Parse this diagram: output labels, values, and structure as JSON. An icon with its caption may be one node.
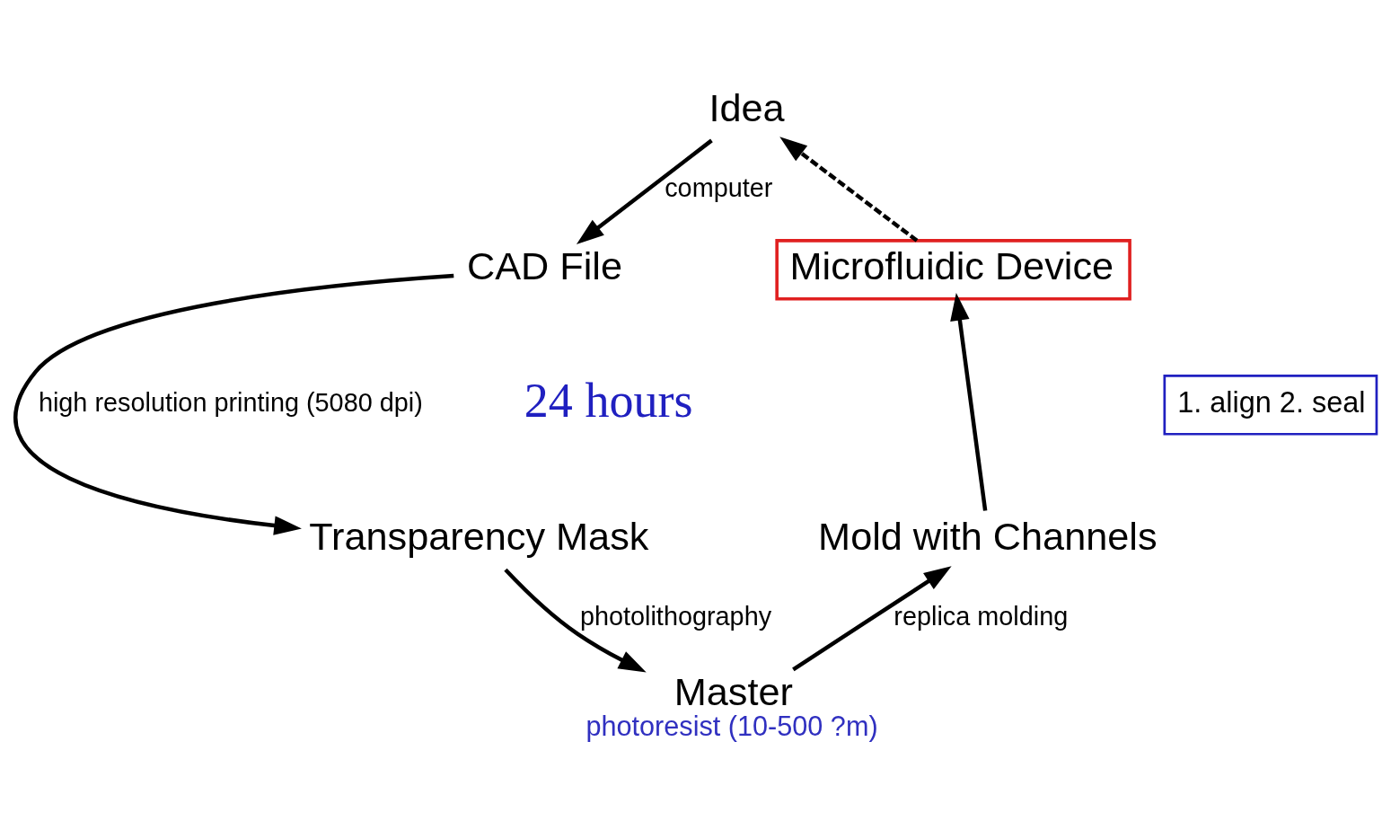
{
  "diagram": {
    "nodes": [
      {
        "text": [
          "Idea"
        ]
      },
      {
        "text": [
          "CAD File"
        ]
      },
      {
        "text": [
          "Transparency Mask"
        ]
      },
      {
        "text": [
          "Master"
        ],
        "beside": [
          "photoresist (10-500 ?m)"
        ]
      },
      {
        "text": [
          "Mold with Channels"
        ]
      },
      {
        "text": [
          "Microfluidic Device"
        ]
      },
      {
        "text": [
          "1. align 2. seal"
        ]
      }
    ],
    "edges": [
      {
        "from": 0,
        "to": 1,
        "arrow": "to",
        "label": "computer"
      },
      {
        "from": 1,
        "to": 2,
        "arrow": "to",
        "label": "high resolution printing (5080 dpi)"
      },
      {
        "from": 2,
        "to": 3,
        "arrow": "to",
        "label": "photolithography"
      },
      {
        "from": 3,
        "to": 4,
        "arrow": "to",
        "label": "replica molding"
      },
      {
        "from": 4,
        "to": 5,
        "arrow": "to"
      },
      {
        "from": 5,
        "to": 0,
        "arrow": "to",
        "style": "dashed"
      }
    ],
    "labels": [
      "24 hours"
    ]
  }
}
